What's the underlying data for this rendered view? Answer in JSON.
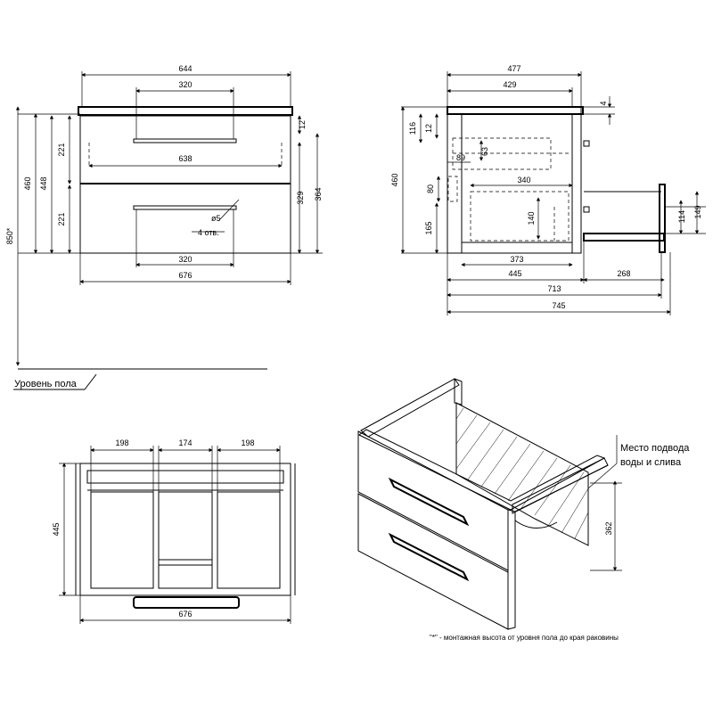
{
  "views": {
    "front": {
      "dims": {
        "top_width": "644",
        "handle_upper": "320",
        "inner_width": "638",
        "handle_lower": "320",
        "total_width": "676",
        "height_total": "460",
        "height_body": "448",
        "drawer_upper": "221",
        "drawer_lower": "221",
        "gap_top": "12",
        "inner_height": "329",
        "side_height": "364",
        "mount_height": "850*"
      },
      "hole_note": "4 отв.",
      "hole_dia": "ø5"
    },
    "side": {
      "dims": {
        "depth_total": "477",
        "depth_body": "429",
        "top_thickness": "4",
        "top_gap": "12",
        "offset_116": "116",
        "dim_89": "89",
        "dim_63": "63",
        "height_460": "460",
        "dim_80": "80",
        "dim_340": "340",
        "dim_140": "140",
        "dim_165": "165",
        "dim_373": "373",
        "dim_445": "445",
        "dim_268": "268",
        "dim_713": "713",
        "dim_745": "745",
        "handle_114": "114",
        "handle_149": "149"
      }
    },
    "top": {
      "dims": {
        "section_left": "198",
        "section_mid": "174",
        "section_right": "198",
        "depth": "445",
        "width": "676"
      }
    },
    "iso": {
      "dim_362": "362",
      "note_supply": "Место подвода\nводы и слива"
    }
  },
  "floor_label": "Уровень пола",
  "footnote": "\"*\" - монтажная высота от уровня пола до края раковины"
}
